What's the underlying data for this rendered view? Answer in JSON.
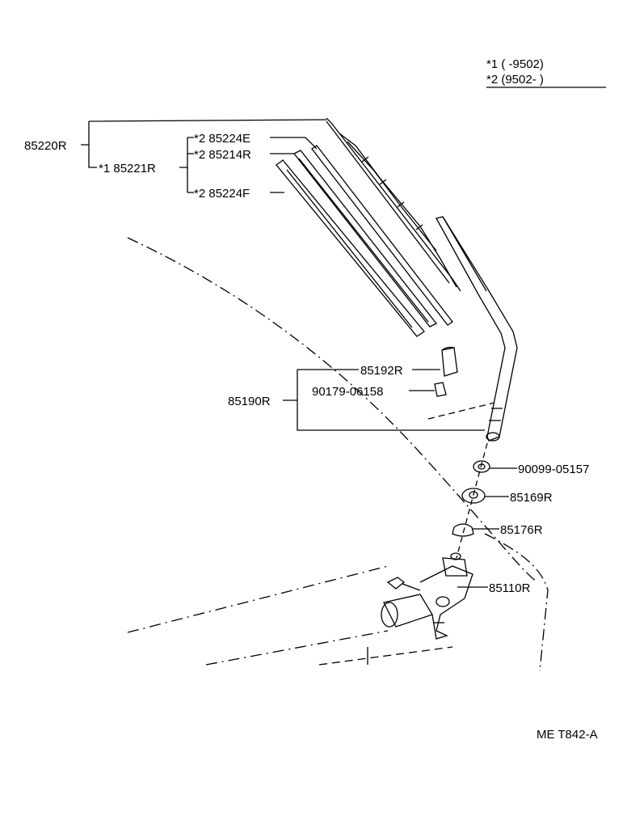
{
  "legend": {
    "line1": "*1  (      -9502)",
    "line2": "*2  (9502-      )"
  },
  "parts": {
    "p85220R": "85220R",
    "p85221R": "*1  85221R",
    "p85224E": "*2  85224E",
    "p85214R": "*2  85214R",
    "p85224F": "*2  85224F",
    "p85192R": "85192R",
    "p90179": "90179-06158",
    "p85190R": "85190R",
    "p90099": "90099-05157",
    "p85169R": "85169R",
    "p85176R": "85176R",
    "p85110R": "85110R"
  },
  "code": "ME  T842-A"
}
